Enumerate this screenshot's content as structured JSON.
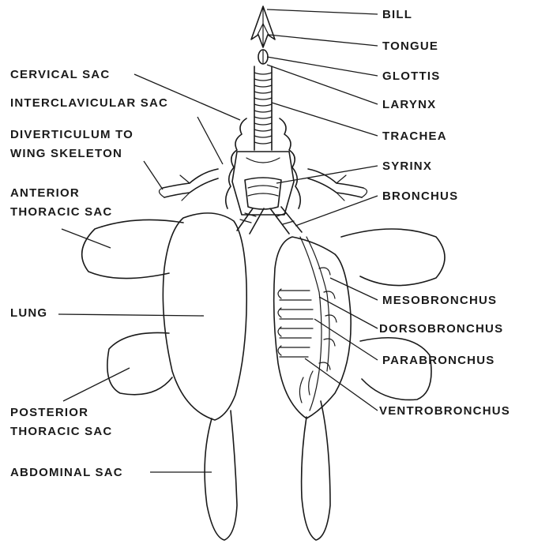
{
  "labels": {
    "cervical_sac": "CERVICAL SAC",
    "interclavicular_sac": "INTERCLAVICULAR SAC",
    "diverticulum_1": "DIVERTICULUM TO",
    "diverticulum_2": "WING SKELETON",
    "anterior_1": "ANTERIOR",
    "anterior_2": "THORACIC SAC",
    "lung": "LUNG",
    "posterior_1": "POSTERIOR",
    "posterior_2": "THORACIC SAC",
    "abdominal_sac": "ABDOMINAL SAC",
    "bill": "BILL",
    "tongue": "TONGUE",
    "glottis": "GLOTTIS",
    "larynx": "LARYNX",
    "trachea": "TRACHEA",
    "syrinx": "SYRINX",
    "bronchus": "BRONCHUS",
    "mesobronchus": "MESOBRONCHUS",
    "dorsobronchus": "DORSOBRONCHUS",
    "parabronchus": "PARABRONCHUS",
    "ventrobronchus": "VENTROBRONCHUS"
  }
}
